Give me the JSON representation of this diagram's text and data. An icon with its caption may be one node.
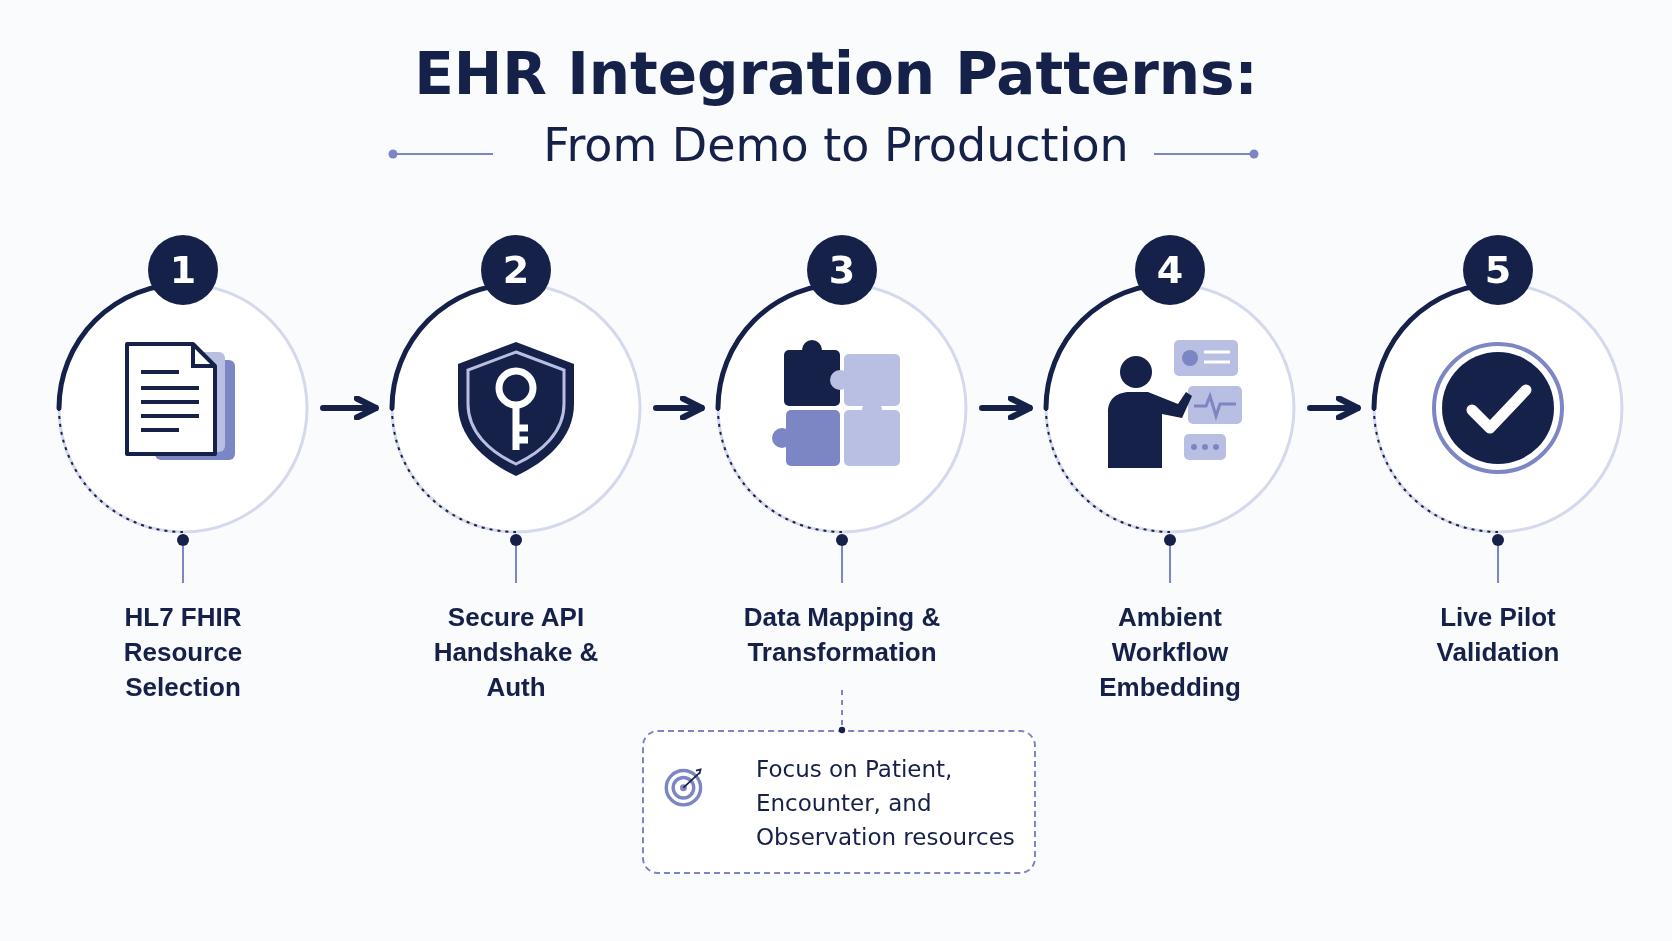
{
  "diagram": {
    "title": "EHR Integration Patterns:",
    "nodes": [
      {
        "text": [
          "1",
          "HL7 FHIR Resource Selection"
        ]
      },
      {
        "text": [
          "2",
          "Secure API Handshake & Auth"
        ]
      },
      {
        "text": [
          "3",
          "Data Mapping & Transformation"
        ]
      },
      {
        "text": [
          "4",
          "Ambient Workflow Embedding"
        ]
      },
      {
        "text": [
          "5",
          "Live Pilot Validation"
        ]
      },
      {
        "text": [
          "Focus on Patient, Encounter, and Observation resources"
        ]
      }
    ],
    "edges": [
      {
        "from": 0,
        "to": 1,
        "arrow": "to"
      },
      {
        "from": 1,
        "to": 2,
        "arrow": "to"
      },
      {
        "from": 2,
        "to": 3,
        "arrow": "to"
      },
      {
        "from": 3,
        "to": 4,
        "arrow": "to"
      },
      {
        "from": 2,
        "to": 5,
        "arrow": "other",
        "style": "dashed",
        "color": "#7d86c4"
      }
    ],
    "labels": [
      "From Demo to Production"
    ]
  }
}
